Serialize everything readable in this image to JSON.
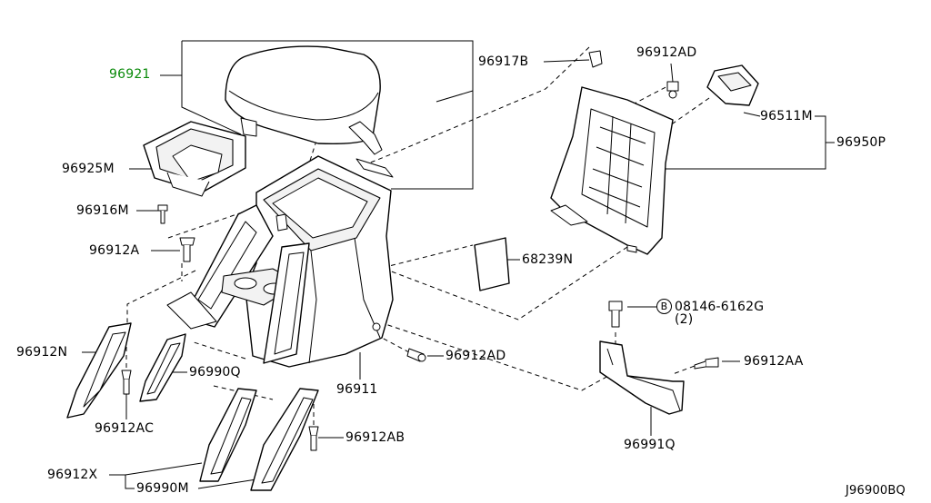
{
  "colors": {
    "line": "#000000",
    "highlight": "#0a8a0a",
    "background": "#ffffff"
  },
  "labels": {
    "p96921": "96921",
    "p96925M": "96925M",
    "p96916M": "96916M",
    "p96912A": "96912A",
    "p96912N": "96912N",
    "p96990Q": "96990Q",
    "p96912AC": "96912AC",
    "p96912X": "96912X",
    "p96990M": "96990M",
    "p96912AB": "96912AB",
    "p96911": "96911",
    "p96912AD_low": "96912AD",
    "p96917B": "96917B",
    "p96912AD_top": "96912AD",
    "p96511M": "96511M",
    "p96950P": "96950P",
    "p68239N": "68239N",
    "bolt_marker": "B",
    "bolt_part": "08146-6162G",
    "bolt_qty": "(2)",
    "p96912AA": "96912AA",
    "p96991Q": "96991Q",
    "diagram_ref": "J96900BQ"
  }
}
